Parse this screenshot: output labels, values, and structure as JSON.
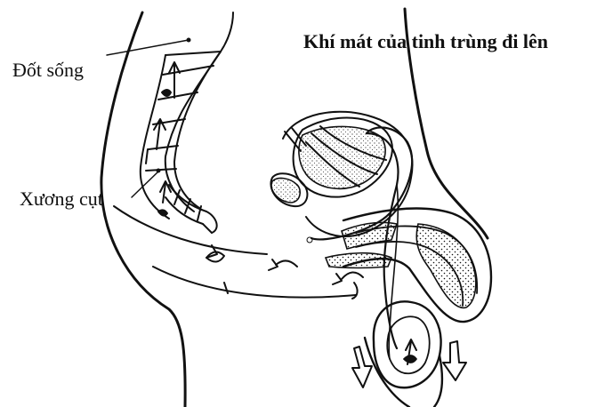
{
  "labels": {
    "vertebrae": "Đốt sống",
    "coccyx": "Xương cụt",
    "title": "Khí mát của tinh trùng đi lên"
  },
  "colors": {
    "ink": "#111111",
    "background": "#ffffff"
  }
}
